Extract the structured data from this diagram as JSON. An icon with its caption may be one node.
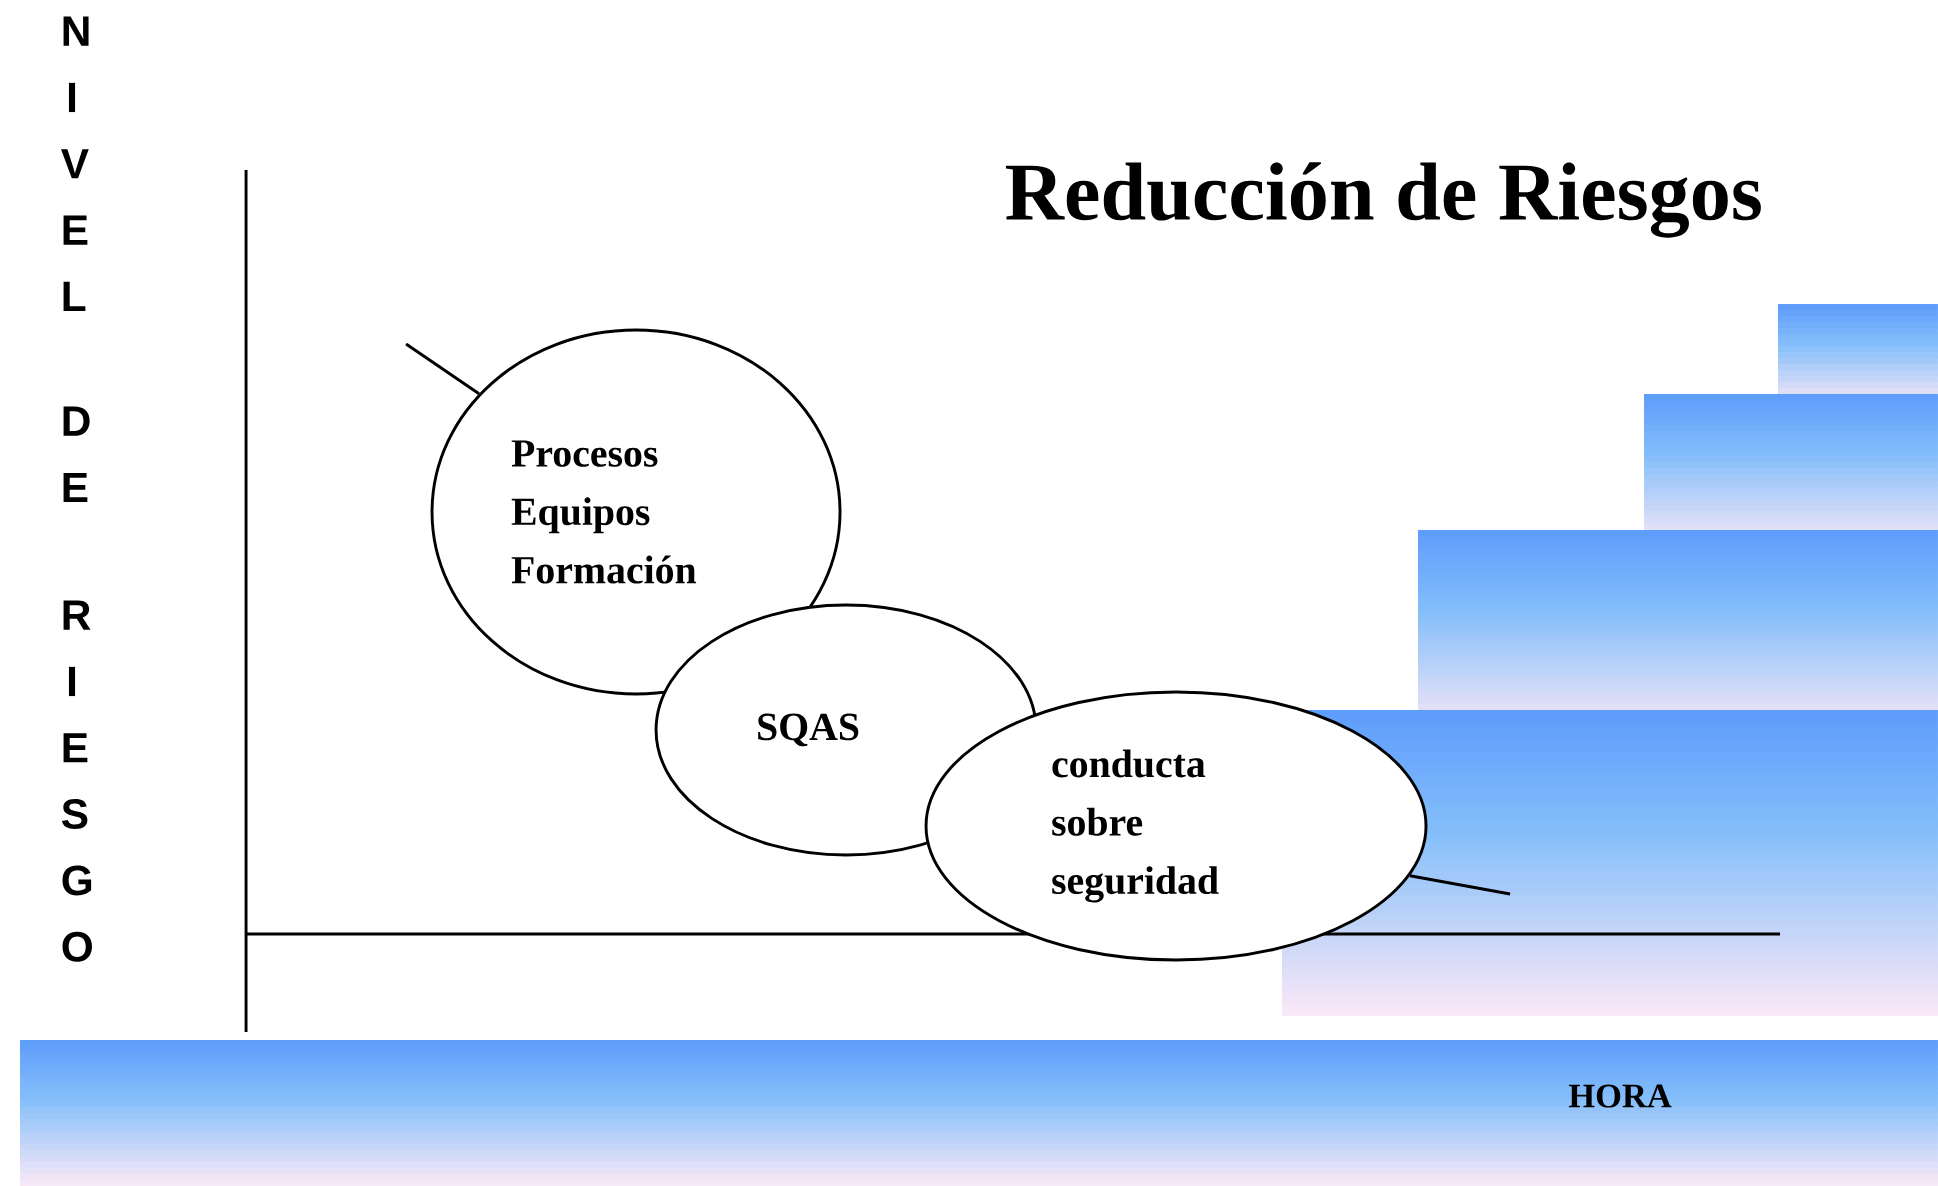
{
  "diagram": {
    "title": "Reducción de Riesgos",
    "nodes": [
      {
        "text": [
          "Procesos Equipos Formación"
        ]
      },
      {
        "text": [
          "SQAS"
        ]
      },
      {
        "text": [
          "conducta sobre seguridad"
        ]
      }
    ],
    "edges": [
      {
        "from": null,
        "to": 0,
        "arrow": "none"
      },
      {
        "from": 2,
        "to": null,
        "arrow": "none"
      }
    ],
    "labels": [
      "NIVEL",
      "DE",
      "RIESGO",
      "HORA"
    ]
  }
}
